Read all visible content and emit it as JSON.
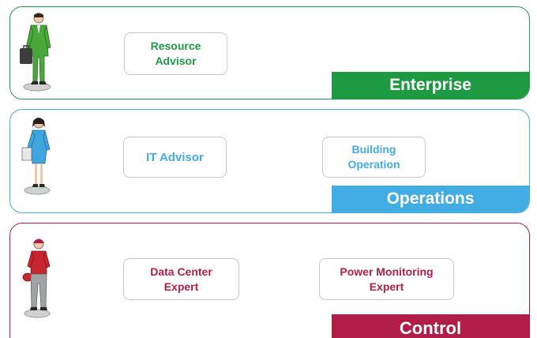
{
  "colors": {
    "enterprise": "#1e9a42",
    "operations": "#42ade2",
    "control": "#b01e48",
    "box_border": "#c8c8c8"
  },
  "enterprise": {
    "banner": "Enterprise",
    "boxes": [
      {
        "label": "Resource\nAdvisor"
      }
    ]
  },
  "operations": {
    "banner": "Operations",
    "boxes": [
      {
        "label": "IT Advisor"
      },
      {
        "label": "Building\nOperation"
      }
    ]
  },
  "control": {
    "banner": "Control",
    "boxes": [
      {
        "label": "Data Center\nExpert"
      },
      {
        "label": "Power Monitoring\nExpert"
      }
    ]
  }
}
